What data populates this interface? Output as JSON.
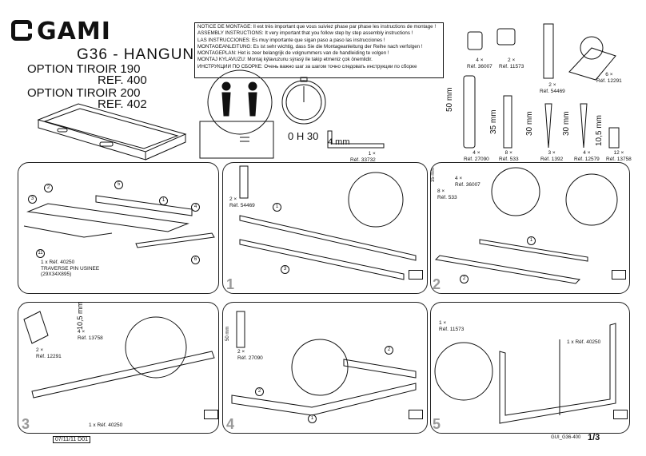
{
  "brand": "GAMI",
  "model": "G36 - HANGUN",
  "options": [
    {
      "option": "OPTION TIROIR 190",
      "ref": "REF. 400"
    },
    {
      "option": "OPTION TIROIR 200",
      "ref": "REF. 402"
    }
  ],
  "notice": [
    "NOTICE DE MONTAGE: Il est très important que vous suiviez phase par phase les instructions de montage !",
    "ASSEMBLY INSTRUCTIONS: It very important that you follow step by step assembly instructions !",
    "LAS INSTRUCCIONES: Es muy importante que sigan paso a paso las instrucciones !",
    "MONTAGEANLEITUNG: Es ist sehr wichtig, dass Sie die Montageanleitung der Reihe nach verfolgen !",
    "MONTAGEPLAN: Het is zeer belangrijk de volgnummers van de handleiding te volgen !",
    "MONTAJ KYLAVUZU: Montaj kýlavuzunu sýrasý ile takip etmeniz çok önemlidir.",
    "ИНСТРУКЦИИ ПО СБОРКЕ: Очень важно шаг за шагом точно следовать инструкции по сборке"
  ],
  "time": "0 H 30",
  "allen_size": "4 mm",
  "allen_ref": {
    "qty": "1 ×",
    "ref": "Réf. 33732"
  },
  "hardware_top": [
    {
      "qty": "4 ×",
      "ref": "Réf. 36007"
    },
    {
      "qty": "2 ×",
      "ref": "Réf. 11573"
    },
    {
      "qty": "2 ×",
      "ref": "Réf. 54469"
    },
    {
      "qty": "6 ×",
      "ref": "Réf. 12291"
    }
  ],
  "hardware_bottom": [
    {
      "size": "50 mm",
      "qty": "4 ×",
      "ref": "Réf. 27090"
    },
    {
      "size": "35 mm",
      "qty": "8 ×",
      "ref": "Réf. 533"
    },
    {
      "size": "30 mm",
      "qty": "3 ×",
      "ref": "Réf. 1392"
    },
    {
      "size": "30 mm",
      "qty": "4 ×",
      "ref": "Réf. 12579"
    },
    {
      "size": "10,5 mm",
      "qty": "12 ×",
      "ref": "Réf. 13758"
    }
  ],
  "step0": {
    "qty": "1 x Réf. 40250",
    "label1": "TRAVERSE PIN USINEE",
    "label2": "(29X34X895)",
    "callouts": [
      "1",
      "2",
      "3",
      "4",
      "5",
      "6",
      "11"
    ]
  },
  "step1": {
    "num": "1",
    "qty": "2 ×",
    "ref": "Réf. 54469",
    "callouts": [
      "1",
      "3"
    ]
  },
  "step2": {
    "num": "2",
    "size": "35 mm",
    "qty1": "8 ×",
    "ref1": "Réf. 533",
    "qty2": "4 ×",
    "ref2": "Réf. 36007",
    "callouts": [
      "1",
      "2"
    ]
  },
  "step3": {
    "num": "3",
    "size": "10,5 mm",
    "qty1": "4 ×",
    "ref1": "Réf. 13758",
    "qty2": "2 ×",
    "ref2": "Réf. 12291",
    "bar": "1 x Réf. 40250"
  },
  "step4": {
    "num": "4",
    "size": "50 mm",
    "qty": "2 ×",
    "ref": "Réf. 27090",
    "callouts": [
      "1",
      "2",
      "2"
    ]
  },
  "step5": {
    "num": "5",
    "qty": "1 ×",
    "ref": "Réf. 11573",
    "bar": "1 x Réf. 40250"
  },
  "footer": {
    "date": "07/11/11 D01",
    "doc": "GUI_G36-400",
    "page": "1/3"
  }
}
